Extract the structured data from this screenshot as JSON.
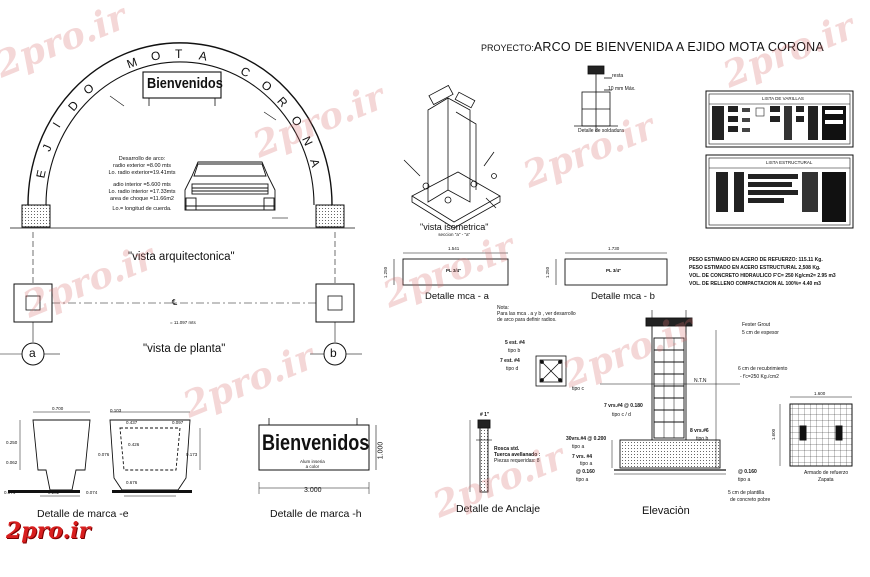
{
  "title": {
    "prefix": "PROYECTO:",
    "text": "ARCO DE BIENVENIDA  A EJIDO MOTA CORONA"
  },
  "arch": {
    "letters": [
      "E",
      "J",
      "I",
      "D",
      "O",
      "M",
      "O",
      "T",
      "A",
      "C",
      "O",
      "R",
      "O",
      "N",
      "A"
    ],
    "sign": "Bienvenidos",
    "notes": [
      "Desarrollo de arco:",
      "radio exterior =8.00 mts",
      "Lo.  radio exterior=19.41mts",
      "adio interior =5.600 mts",
      "Lo.  radio interior =17.33mts",
      "area de choque =11.66m2",
      "Lo.= longitud de cuerda."
    ],
    "caption": "\"vista arquitectonica\""
  },
  "plan": {
    "axes": [
      "a",
      "b"
    ],
    "dim": "= 11.097 mts",
    "caption": "\"vista de planta\""
  },
  "iso": {
    "caption": "\"vista isometrica\"",
    "sub": "seccion  \"a\" - \"a\""
  },
  "weld": {
    "label1": "resta",
    "label2": "10 mm Máx.",
    "caption": "Detalle de soldadura"
  },
  "mca_a": {
    "dim": "1.541",
    "plate": "PL 3/4\"",
    "side": "1.250",
    "caption": "Detalle mca - a"
  },
  "mca_b": {
    "dim": "1.730",
    "plate": "PL 3/4\"",
    "side": "1.250",
    "caption": "Detalle mca - b"
  },
  "tables": {
    "rebar": "LISTA DE VARILLAS",
    "steel": "LISTA ESTRUCTURAL"
  },
  "weights": [
    "PESO ESTIMADO EN ACERO DE REFUERZO: 115.11 Kg.",
    "PESO ESTIMADO EN ACERO ESTRUCTURAL 2,508 Kg.",
    "VOL. DE CONCRETO HIDRAULICO F'C= 250 Kg/cm2= 2.95 m3",
    "VOL. DE RELLENO COMPACTACION  AL 100%= 4.40 m3"
  ],
  "note": {
    "head": "Nota:",
    "lines": [
      "Para las mca . a y  b , ver desarrollo",
      "de arco para definir radios."
    ]
  },
  "marca_e": {
    "caption": "Detalle de marca -e",
    "dims": [
      "0.700",
      "0.250",
      "0.062",
      "0.074",
      "0.282",
      "0.074"
    ]
  },
  "marca_h": {
    "sign": "Bienvenidos",
    "sub": [
      "Alum inseria",
      "a color"
    ],
    "dim_w": "3.000",
    "dim_h": "1.000",
    "caption": "Detalle de marca -h"
  },
  "marca_c": {
    "dims": [
      "0.103",
      "0.437",
      "0.097",
      "0.426",
      "0.076",
      "0.676",
      "0.173"
    ]
  },
  "anclaje": {
    "head": "# 1\"",
    "lines": [
      "Rosca std.",
      "Tuerca avellanado :",
      "Piezas  requeridas: 8"
    ],
    "caption": "Detalle de Anclaje"
  },
  "elev": {
    "caption": "Elevaciòn",
    "labels": [
      "Fester Grout",
      "5 cm de espesor",
      "6 cm de recubrimiento",
      "- f'c=250 Kg./cm2",
      "N.T.N",
      "5 est. #4",
      "tipo b",
      "tipo d",
      "7 est. #4",
      "tipo c",
      "7 vrs.#4 @ 0.180",
      "tipo c / d",
      "8 vrs.#6",
      "tipo b",
      "30vrs.#4 @ 0.200",
      "tipo a",
      "@ 0.160",
      "tipo a",
      "5 cm de plantilla",
      "de concreto pobre",
      "@ 0.160",
      "tipo a",
      "7 vrs. #4",
      "tipo a"
    ]
  },
  "zapata": {
    "dim": "1.600",
    "side": "1.600",
    "caption": "Armado de refuerzo",
    "sub": "Zapata"
  },
  "watermark": "2pro.ir",
  "logo": "2pro.ir"
}
